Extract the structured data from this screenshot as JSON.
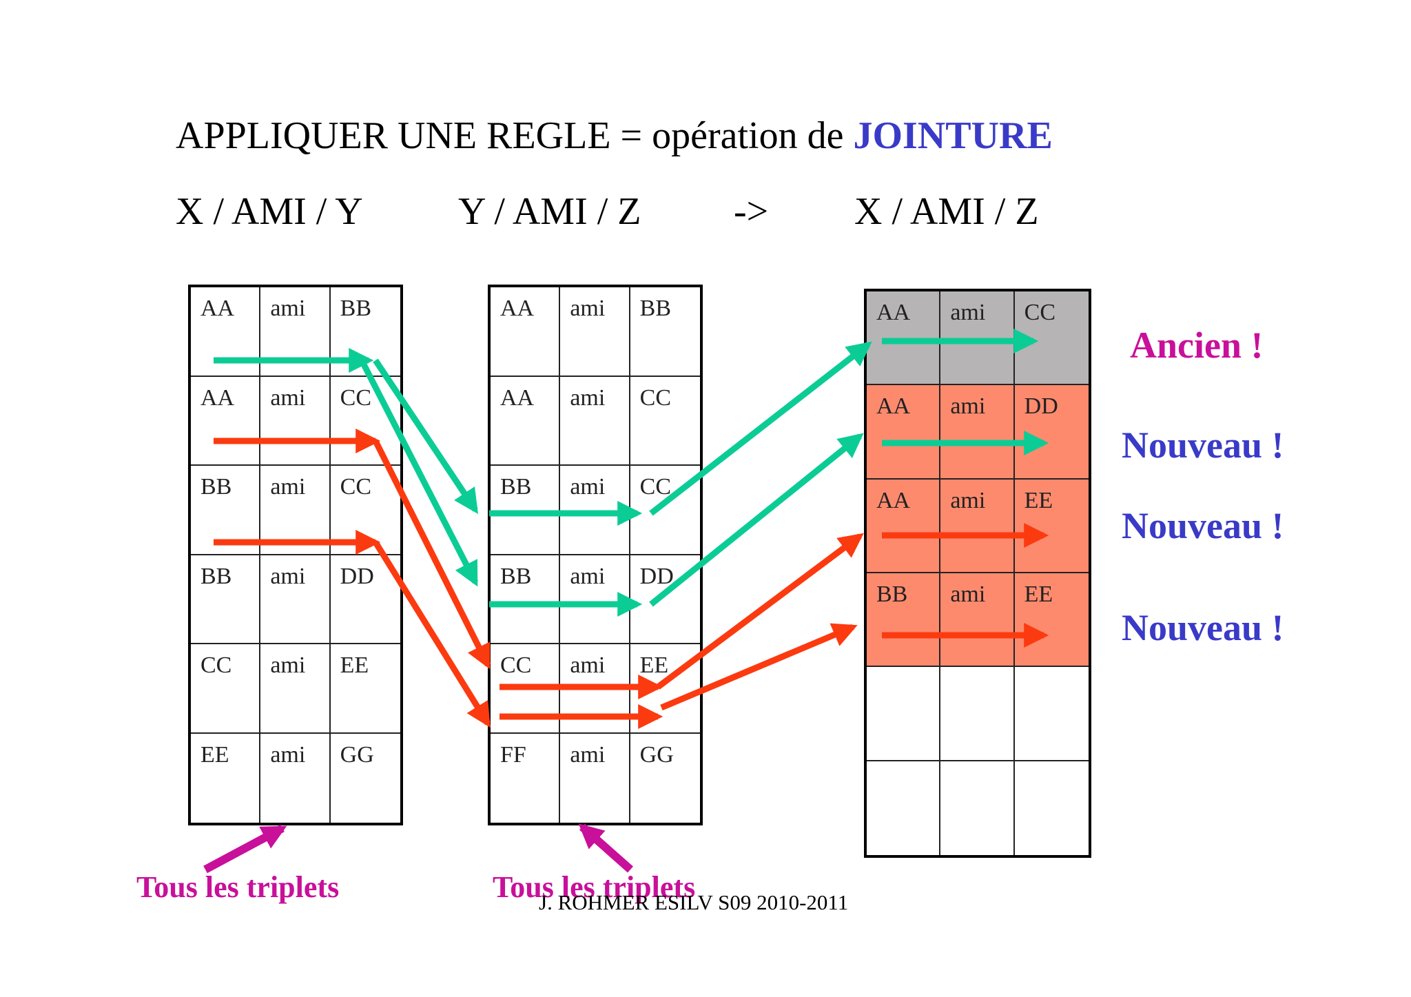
{
  "title": {
    "text": "APPLIQUER UNE REGLE = opération de ",
    "accent": "JOINTURE"
  },
  "formula": {
    "premise1": "X  / AMI  / Y",
    "premise2": "Y / AMI  / Z",
    "arrow": "->",
    "conclusion": "X  / AMI / Z"
  },
  "table1": [
    [
      "AA",
      "ami",
      "BB"
    ],
    [
      "AA",
      "ami",
      "CC"
    ],
    [
      "BB",
      "ami",
      "CC"
    ],
    [
      "BB",
      "ami",
      "DD"
    ],
    [
      "CC",
      "ami",
      "EE"
    ],
    [
      "EE",
      "ami",
      "GG"
    ]
  ],
  "table2": [
    [
      "AA",
      "ami",
      "BB"
    ],
    [
      "AA",
      "ami",
      "CC"
    ],
    [
      "BB",
      "ami",
      "CC"
    ],
    [
      "BB",
      "ami",
      "DD"
    ],
    [
      "CC",
      "ami",
      "EE"
    ],
    [
      "FF",
      "ami",
      "GG"
    ]
  ],
  "table3": [
    [
      "AA",
      "ami",
      "CC"
    ],
    [
      "AA",
      "ami",
      "DD"
    ],
    [
      "AA",
      "ami",
      "EE"
    ],
    [
      "BB",
      "ami",
      "EE"
    ],
    [
      "",
      "",
      ""
    ],
    [
      "",
      "",
      ""
    ]
  ],
  "result_labels": [
    "Ancien !",
    "Nouveau !",
    "Nouveau !",
    "Nouveau !"
  ],
  "pointer_label_1": "Tous les triplets",
  "pointer_label_2": "Tous les triplets",
  "footer": "J. ROHMER ESILV S09 2010-2011",
  "colors": {
    "teal": "#0ccc96",
    "red": "#fc3a10",
    "magenta": "#c8109a",
    "blue": "#3a3ac8",
    "gray": "#b6b4b4",
    "salmon": "#fe8a6e"
  }
}
